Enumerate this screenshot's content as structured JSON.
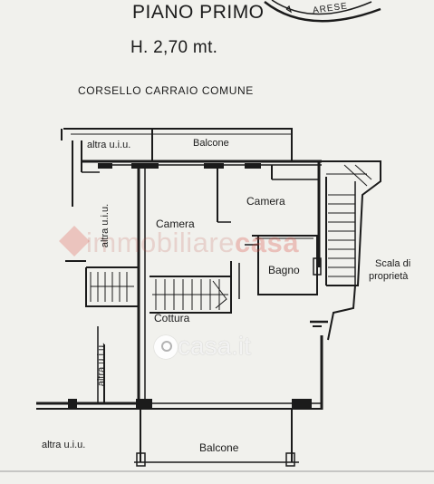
{
  "header": {
    "title": "PIANO PRIMO",
    "height": "H. 2,70 mt.",
    "top_label": "CORSELLO CARRAIO COMUNE"
  },
  "stamp": {
    "text": "ARESE"
  },
  "rooms": {
    "altra_uiu_top": "altra u.i.u.",
    "balcone_top": "Balcone",
    "camera_right": "Camera",
    "camera_left": "Camera",
    "bagno": "Bagno",
    "cottura": "Cottura",
    "altra_uiu_side_upper": "altra u.i.u.",
    "altra_uiu_side_lower": "altra u.i.u.",
    "altra_uiu_bottom": "altra u.i.u.",
    "balcone_bottom": "Balcone",
    "scala_line1": "Scala di",
    "scala_line2": "proprietà"
  },
  "watermarks": {
    "immobiliare_a": "immobiliare",
    "immobiliare_b": "casa",
    "casa_it": "casa.it"
  },
  "colors": {
    "ink": "#1b1b1b",
    "paper": "#f1f1ed",
    "stamp": "#1b1b1b"
  }
}
